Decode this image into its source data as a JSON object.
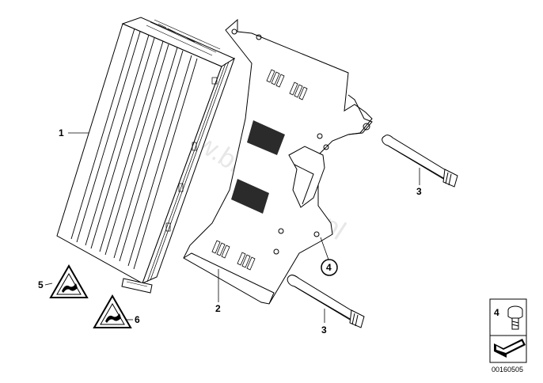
{
  "watermark": "www.bmwstore.pl",
  "callouts": [
    {
      "id": "c1",
      "text": "1"
    },
    {
      "id": "c2",
      "text": "2"
    },
    {
      "id": "c3a",
      "text": "3"
    },
    {
      "id": "c3b",
      "text": "3"
    },
    {
      "id": "c4",
      "text": "4"
    },
    {
      "id": "c5",
      "text": "5"
    },
    {
      "id": "c6",
      "text": "6"
    }
  ],
  "inset": {
    "label": "4",
    "code": "00160505"
  }
}
